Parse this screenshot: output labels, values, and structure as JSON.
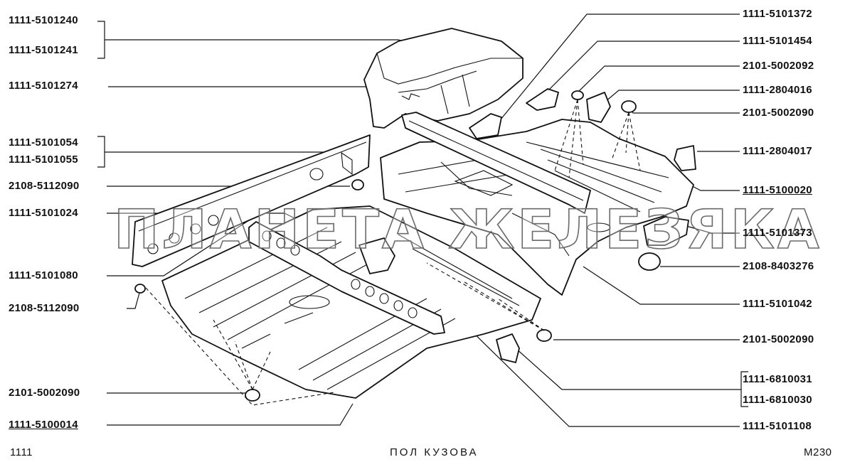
{
  "watermark": "ПЛАНЕТА ЖЕЛЕЗЯКА",
  "left_labels": {
    "l1": "1111-5101240",
    "l2": "1111-5101241",
    "l3": "1111-5101274",
    "l4": "1111-5101054",
    "l5": "1111-5101055",
    "l6": "2108-5112090",
    "l7": "1111-5101024",
    "l8": "1111-5101080",
    "l9": "2108-5112090",
    "l10": "2101-5002090",
    "l11": "1111-5100014"
  },
  "right_labels": {
    "r1": "1111-5101372",
    "r2": "1111-5101454",
    "r3": "2101-5002092",
    "r4": "1111-2804016",
    "r5": "2101-5002090",
    "r6": "1111-2804017",
    "r7": "1111-5100020",
    "r8": "1111-5101373",
    "r9": "2108-8403276",
    "r10": "1111-5101042",
    "r11": "2101-5002090",
    "r12": "1111-6810031",
    "r13": "1111-6810030",
    "r14": "1111-5101108"
  },
  "footer": {
    "model": "1111",
    "title": "ПОЛ КУЗОВА",
    "page_code": "М230"
  }
}
